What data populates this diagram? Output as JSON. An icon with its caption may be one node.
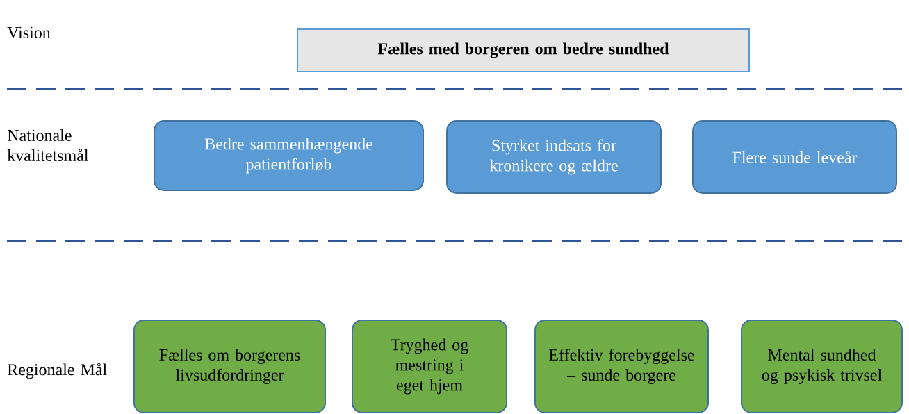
{
  "diagram": {
    "nodes": [
      {
        "text": [
          "Fælles med borgeren om bedre sundhed"
        ]
      },
      {
        "text": [
          "Bedre sammenhængende patientforløb"
        ]
      },
      {
        "text": [
          "Styrket indsats for kronikere og ældre"
        ]
      },
      {
        "text": [
          "Flere sunde leveår"
        ]
      },
      {
        "text": [
          "Fælles om borgerens livsudfordringer"
        ]
      },
      {
        "text": [
          "Tryghed og mestring i eget hjem"
        ]
      },
      {
        "text": [
          "Effektiv forebyggelse – sunde borgere"
        ]
      },
      {
        "text": [
          "Mental sundhed og psykisk trivsel"
        ]
      }
    ],
    "labels": [
      "Vision",
      "Nationale kvalitetsmål",
      "Regionale Mål"
    ]
  }
}
